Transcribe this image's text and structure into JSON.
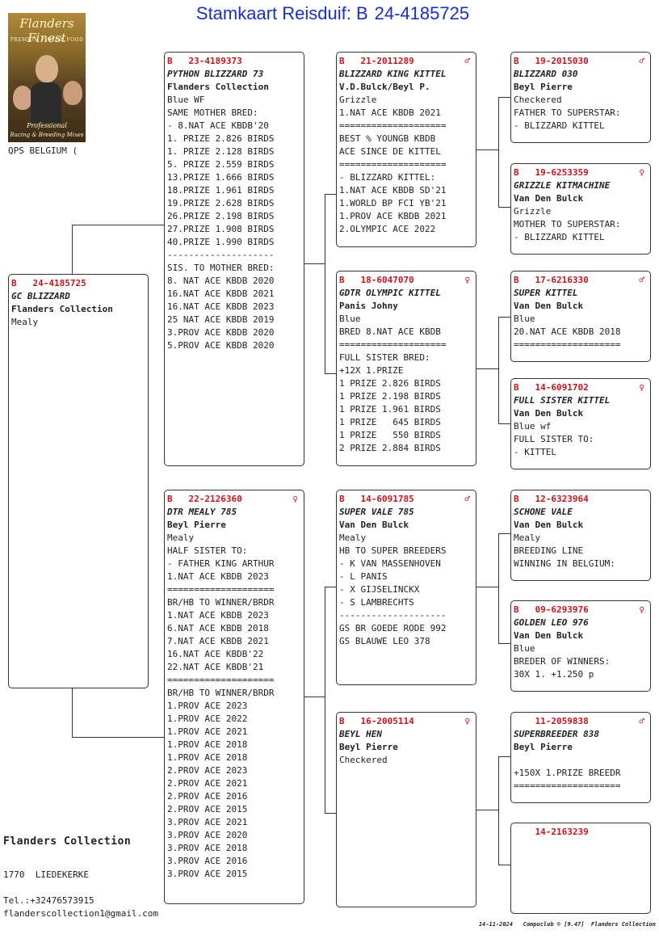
{
  "title": {
    "prefix": "Stamkaart Reisduif: B",
    "ring": "24-4185725"
  },
  "logo": {
    "text1": "Flanders Finest",
    "text2": "PREMIUM PIGEON FOOD",
    "text3": "Professional",
    "text4": "Racing & Breeding Mixes"
  },
  "qps": "QPS BELGIUM (",
  "subject": {
    "ring": "B   24-4185725",
    "sex": "",
    "name": "GC BLIZZARD",
    "owner": "Flanders Collection",
    "lines": [
      "Mealy"
    ]
  },
  "father": {
    "ring": "B   23-4189373",
    "sex": "",
    "name": "PYTHON BLIZZARD 73",
    "owner": "Flanders Collection",
    "lines": [
      "Blue WF",
      "SAME MOTHER BRED:",
      "- 8.NAT ACE KBDB'20",
      "1. PRIZE 2.826 BIRDS",
      "1. PRIZE 2.128 BIRDS",
      "5. PRIZE 2.559 BIRDS",
      "13.PRIZE 1.666 BIRDS",
      "18.PRIZE 1.961 BIRDS",
      "19.PRIZE 2.628 BIRDS",
      "26.PRIZE 2.198 BIRDS",
      "27.PRIZE 1.908 BIRDS",
      "40.PRIZE 1.990 BIRDS",
      "--------------------",
      "SIS. TO MOTHER BRED:",
      "8. NAT ACE KBDB 2020",
      "16.NAT ACE KBDB 2021",
      "16.NAT ACE KBDB 2023",
      "25 NAT ACE KBDB 2019",
      "3.PROV ACE KBDB 2020",
      "5.PROV ACE KBDB 2020"
    ]
  },
  "mother": {
    "ring": "B   22-2126360",
    "sex": "♀",
    "name": "DTR MEALY 785",
    "owner": "Beyl Pierre",
    "lines": [
      "Mealy",
      "HALF SISTER TO:",
      "- FATHER KING ARTHUR",
      "1.NAT ACE KBDB 2023",
      "====================",
      "BR/HB TO WINNER/BRDR",
      "1.NAT ACE KBDB 2023",
      "6.NAT ACE KBDB 2018",
      "7.NAT ACE KBDB 2021",
      "16.NAT ACE KBDB'22",
      "22.NAT ACE KBDB'21",
      "====================",
      "BR/HB TO WINNER/BRDR",
      "1.PROV ACE 2023",
      "1.PROV ACE 2022",
      "1.PROV ACE 2021",
      "1.PROV ACE 2018",
      "1.PROV ACE 2018",
      "2.PROV ACE 2023",
      "2.PROV ACE 2021",
      "2.PROV ACE 2016",
      "2.PROV ACE 2015",
      "3.PROV ACE 2021",
      "3.PROV ACE 2020",
      "3.PROV ACE 2018",
      "3.PROV ACE 2016",
      "3.PROV ACE 2015"
    ]
  },
  "ff": {
    "ring": "B   21-2011289",
    "sex": "♂",
    "name": "BLIZZARD KING KITTEL",
    "owner": "V.D.Bulck/Beyl P.",
    "lines": [
      "Grizzle",
      "1.NAT ACE KBDB 2021",
      "====================",
      "BEST % YOUNGB KBDB",
      "ACE SINCE DE KITTEL",
      "====================",
      "- BLIZZARD KITTEL:",
      "1.NAT ACE KBDB SD'21",
      "1.WORLD BP FCI YB'21",
      "1.PROV ACE KBDB 2021",
      "2.OLYMPIC ACE 2022"
    ]
  },
  "fm": {
    "ring": "B   18-6047070",
    "sex": "♀",
    "name": "GDTR OLYMPIC KITTEL",
    "owner": "Panis Johny",
    "lines": [
      "Blue",
      "BRED 8.NAT ACE KBDB",
      "====================",
      "FULL SISTER BRED:",
      "+12X 1.PRIZE",
      "1 PRIZE 2.826 BIRDS",
      "1 PRIZE 2.198 BIRDS",
      "1 PRIZE 1.961 BIRDS",
      "1 PRIZE   645 BIRDS",
      "1 PRIZE   550 BIRDS",
      "2 PRIZE 2.884 BIRDS"
    ]
  },
  "mf": {
    "ring": "B   14-6091785",
    "sex": "♂",
    "name": "SUPER VALE 785",
    "owner": "Van Den Bulck",
    "lines": [
      "Mealy",
      "HB TO SUPER BREEDERS",
      "- K VAN MASSENHOVEN",
      "- L PANIS",
      "- X GIJSELINCKX",
      "- S LAMBRECHTS",
      "--------------------",
      "GS BR GOEDE RODE 992",
      "GS BLAUWE LEO 378"
    ]
  },
  "mm": {
    "ring": "B   16-2005114",
    "sex": "♀",
    "name": "BEYL HEN",
    "owner": "Beyl Pierre",
    "lines": [
      "Checkered"
    ]
  },
  "fff": {
    "ring": "B   19-2015030",
    "sex": "♂",
    "name": "BLIZZARD 030",
    "owner": "Beyl Pierre",
    "lines": [
      "Checkered",
      "FATHER TO SUPERSTAR:",
      "- BLIZZARD KITTEL"
    ]
  },
  "ffm": {
    "ring": "B   19-6253359",
    "sex": "♀",
    "name": "GRIZZLE KITMACHINE",
    "owner": "Van Den Bulck",
    "lines": [
      "Grizzle",
      "MOTHER TO SUPERSTAR:",
      "- BLIZZARD KITTEL"
    ]
  },
  "fmf": {
    "ring": "B   17-6216330",
    "sex": "♂",
    "name": "SUPER KITTEL",
    "owner": "Van Den Bulck",
    "lines": [
      "Blue",
      "20.NAT ACE KBDB 2018",
      "===================="
    ]
  },
  "fmm": {
    "ring": "B   14-6091702",
    "sex": "♀",
    "name": "FULL SISTER KITTEL",
    "owner": "Van Den Bulck",
    "lines": [
      "Blue wf",
      "FULL SISTER TO:",
      "- KITTEL"
    ]
  },
  "mff": {
    "ring": "B   12-6323964",
    "sex": "",
    "name": "SCHONE VALE",
    "owner": "Van Den Bulck",
    "lines": [
      "Mealy",
      "BREEDING LINE",
      "WINNING IN BELGIUM:"
    ]
  },
  "mfm": {
    "ring": "B   09-6293976",
    "sex": "♀",
    "name": "GOLDEN LEO 976",
    "owner": "Van Den Bulck",
    "lines": [
      "Blue",
      "BREDER OF WINNERS:",
      "30X 1. +1.250 p"
    ]
  },
  "mmf": {
    "ring": "    11-2059838",
    "sex": "♂",
    "name": "SUPERBREEDER 838",
    "owner": "Beyl Pierre",
    "lines": [
      "",
      "+150X 1.PRIZE BREEDR",
      "===================="
    ]
  },
  "mmm": {
    "ring": "    14-2163239",
    "sex": "",
    "name": "",
    "owner": "",
    "lines": []
  },
  "footer": {
    "name": "Flanders Collection",
    "city": "1770  LIEDEKERKE",
    "tel": "Tel.:+32476573915",
    "email": "flanderscollection1@gmail.com",
    "stamp": "14-11-2024   Compuclub © [9.47]  Flanders Collection"
  }
}
